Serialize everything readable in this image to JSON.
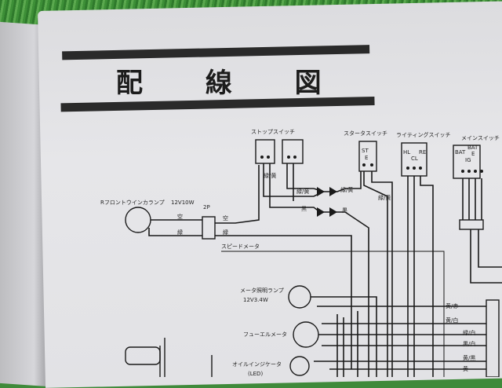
{
  "document": {
    "title": "配 線 図",
    "components": {
      "stop_switch": "ストップスイッチ",
      "starter_switch": "スタータスイッチ",
      "lighting_switch": "ライティングスイッチ",
      "main_switch": "メインスイッチ",
      "front_winker": "Rフロントウインカランプ",
      "front_winker_spec": "12V10W",
      "connector_2p": "2P",
      "speed_meter": "スピードメータ",
      "meter_lamp": "メータ照明ランプ",
      "meter_lamp_spec": "12V3.4W",
      "fuel_meter": "フューエルメータ",
      "oil_indicator": "オイルインジケータ",
      "oil_indicator_spec": "(LED)"
    },
    "terminals": {
      "starter": [
        "ST",
        "E"
      ],
      "lighting": [
        "HL",
        "CL",
        "RE"
      ],
      "main": [
        "BAT",
        "IG",
        "E",
        "BAT"
      ]
    },
    "wire_labels": {
      "green_yellow": "緑/黄",
      "black": "黒",
      "yellow": "黄",
      "sky": "空",
      "green": "緑",
      "yellow_red": "黄/赤",
      "yellow_white": "黄/白",
      "green_white": "緑/白",
      "black_white": "黒/白",
      "yellow_black": "黄/黒"
    }
  }
}
